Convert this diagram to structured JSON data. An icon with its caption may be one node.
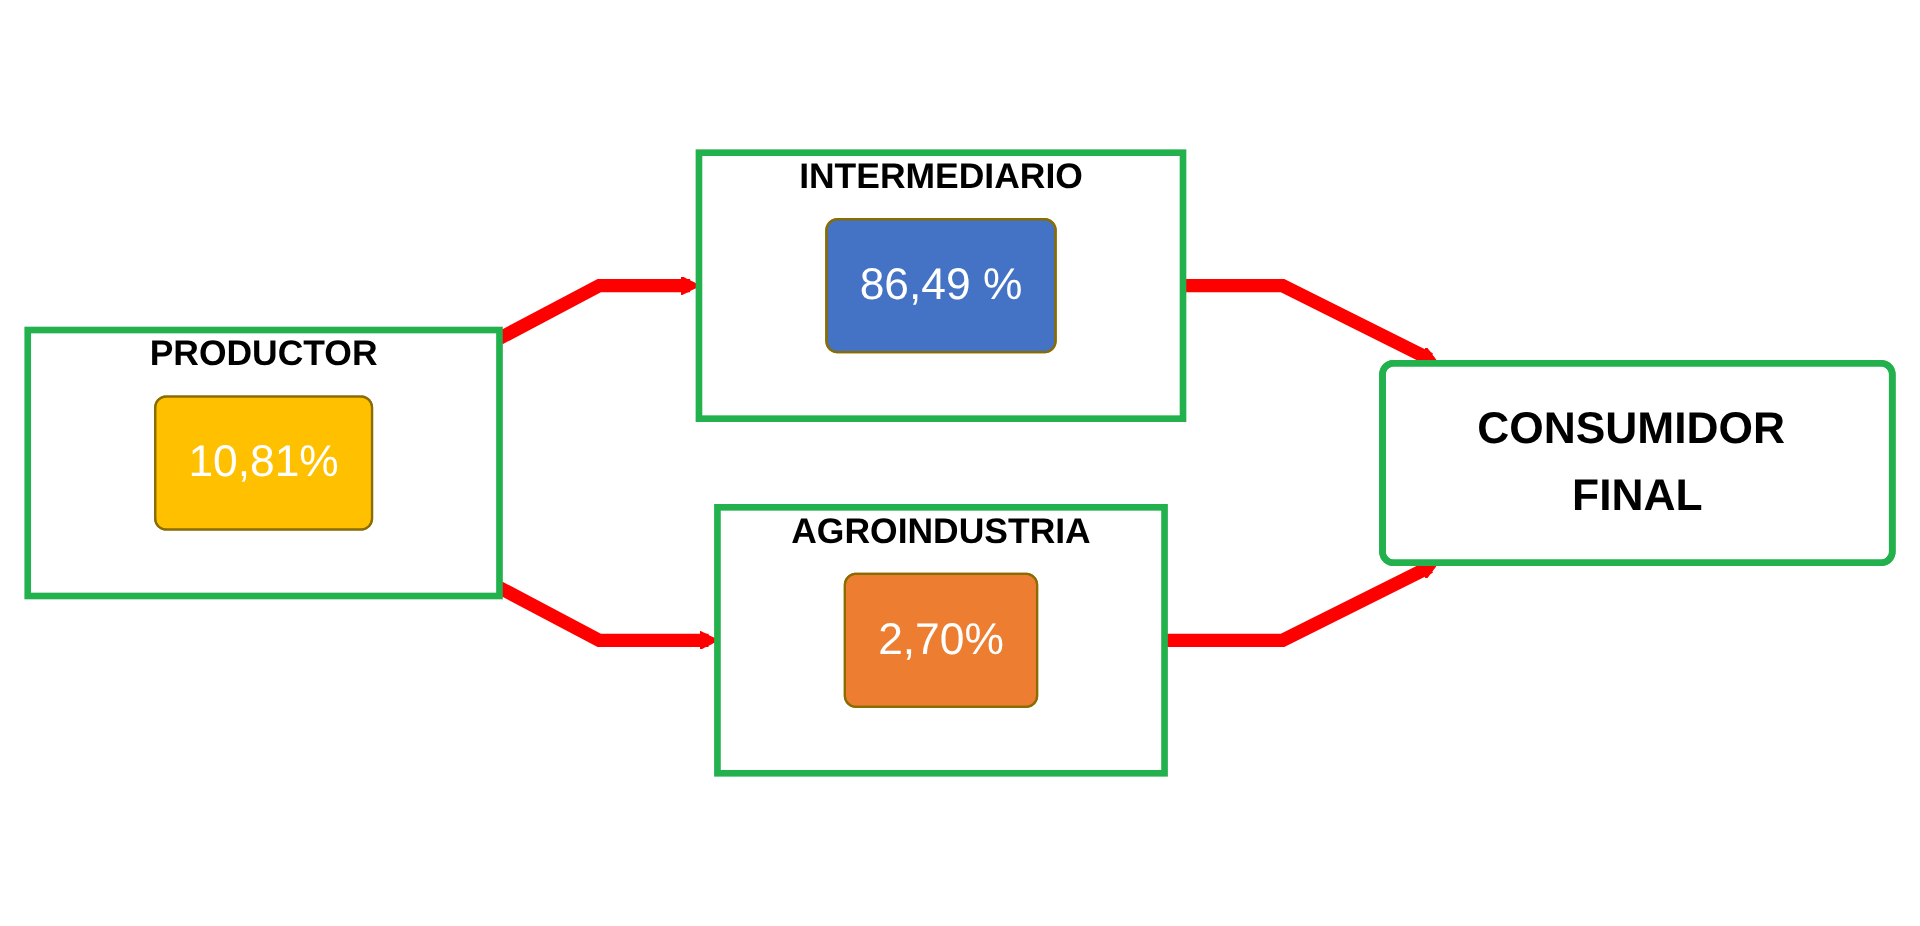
{
  "diagram": {
    "nodes": [
      {
        "text": [
          "PRODUCTOR"
        ]
      },
      {
        "text": [
          "10,81%"
        ],
        "in": 0
      },
      {
        "text": [
          "INTERMEDIARIO"
        ]
      },
      {
        "text": [
          "86,49 %"
        ],
        "in": 2
      },
      {
        "text": [
          "AGROINDUSTRIA"
        ]
      },
      {
        "text": [
          "2,70%"
        ],
        "in": 4
      },
      {
        "text": [
          "CONSUMIDOR FINAL"
        ]
      }
    ],
    "edges": [
      {
        "from": 0,
        "to": 2,
        "arrow": "to",
        "color": "#ff0000"
      },
      {
        "from": 0,
        "to": 4,
        "arrow": "to",
        "color": "#ff0000"
      },
      {
        "from": 2,
        "to": 6,
        "arrow": "to",
        "color": "#ff0000"
      },
      {
        "from": 4,
        "to": 6,
        "arrow": "to",
        "color": "#ff0000"
      }
    ]
  }
}
